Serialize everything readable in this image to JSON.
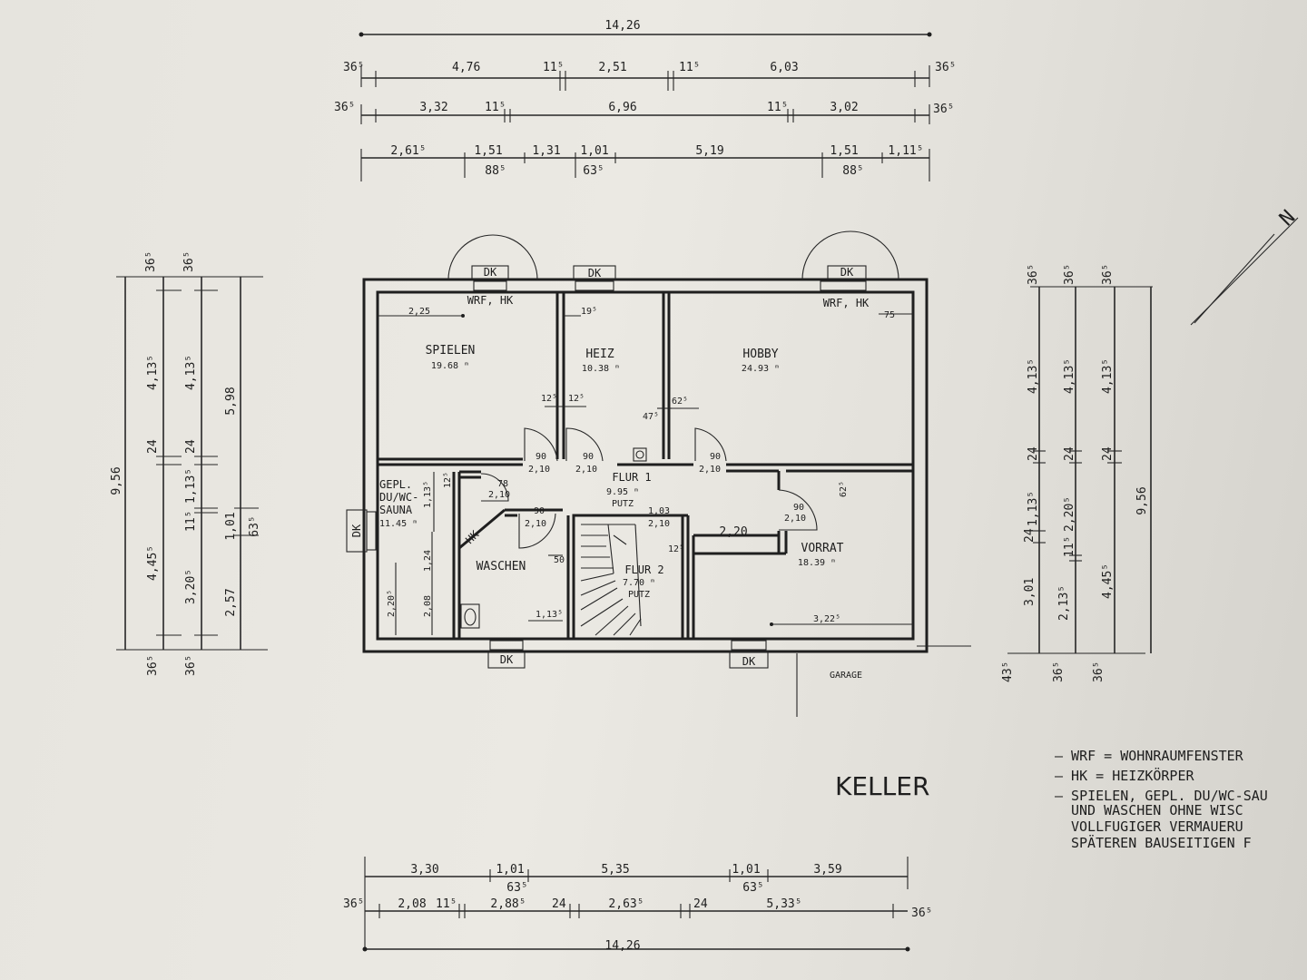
{
  "plan": {
    "title": "KELLER",
    "rooms": {
      "spielen": {
        "name": "SPIELEN",
        "area": "19.68 ᵐ"
      },
      "heiz": {
        "name": "HEIZ",
        "area": "10.38 ᵐ"
      },
      "hobby": {
        "name": "HOBBY",
        "area": "24.93 ᵐ"
      },
      "flur1": {
        "name": "FLUR 1",
        "area": "9.95 ᵐ",
        "note": "PUTZ"
      },
      "sauna": {
        "line1": "GEPL.",
        "line2": "DU/WC-",
        "line3": "SAUNA",
        "area": "11.45 ᵐ"
      },
      "waschen": {
        "name": "WASCHEN"
      },
      "flur2": {
        "name": "FLUR 2",
        "area": "7.70 ᵐ",
        "note": "PUTZ"
      },
      "vorrat": {
        "name": "VORRAT",
        "area": "18.39 ᵐ"
      }
    },
    "labels": {
      "dk": "DK",
      "wrf_hk": "WRF, HK",
      "hk": "HK",
      "garage": "GARAGE"
    },
    "dims_top": {
      "total": "14,26",
      "r1": [
        "36⁵",
        "4,76",
        "11⁵",
        "2,51",
        "11⁵",
        "6,03",
        "36⁵"
      ],
      "r2": [
        "36⁵",
        "3,32",
        "11⁵",
        "6,96",
        "11⁵",
        "3,02",
        "36⁵"
      ],
      "r3": [
        "2,61⁵",
        "1,51",
        "1,31",
        "1,01",
        "5,19",
        "1,51",
        "1,11⁵"
      ],
      "r3b": [
        "88⁵",
        "63⁵",
        "88⁵"
      ]
    },
    "dims_bottom": {
      "total": "14,26",
      "r1": [
        "3,30",
        "1,01",
        "63⁵",
        "5,35",
        "1,01",
        "63⁵",
        "3,59"
      ],
      "r2": [
        "36⁵",
        "2,08",
        "11⁵",
        "2,88⁵",
        "24",
        "2,63⁵",
        "24",
        "5,33⁵",
        "36⁵"
      ]
    },
    "dims_left": {
      "total": "9,56",
      "a": [
        "36⁵",
        "4,13⁵",
        "24",
        "4,45⁵",
        "36⁵"
      ],
      "b": [
        "36⁵",
        "4,13⁵",
        "24",
        "1,13⁵",
        "11⁵",
        "3,20⁵",
        "36⁵"
      ],
      "c": [
        "5,98",
        "1,01",
        "63⁵",
        "2,57"
      ]
    },
    "dims_right": {
      "total": "9,56",
      "a": [
        "36⁵",
        "4,13⁵",
        "24",
        "1,13⁵",
        "24",
        "3,01",
        "43⁵"
      ],
      "b": [
        "36⁵",
        "4,13⁵",
        "24",
        "2,20⁵",
        "11⁵",
        "2,13⁵",
        "36⁵"
      ],
      "c": [
        "36⁵",
        "4,13⁵",
        "24",
        "4,45⁵",
        "36⁵"
      ]
    },
    "inner": {
      "d225": "2,25",
      "d195": "19⁵",
      "d75": "75",
      "d125a": "12⁵",
      "d125b": "12⁵",
      "d475": "47⁵",
      "d625": "62⁵",
      "door90": "90",
      "door210": "2,10",
      "d78": "78",
      "d125c": "12⁵",
      "d1135": "1,13⁵",
      "d625b": "62⁵",
      "d103": "1,03",
      "d220": "2,20",
      "d125d": "12⁵",
      "d50": "50",
      "d124": "1,24",
      "d208": "2,08",
      "d2205": "2,20⁵",
      "d1135b": "1,13⁵",
      "d3225": "3,22⁵"
    },
    "legend": [
      "– WRF = WOHNRAUMFENSTER",
      "– HK = HEIZKÖRPER",
      "– SPIELEN, GEPL. DU/WC-SAU",
      "UND WASCHEN OHNE WISC",
      "VOLLFUGIGER VERMAUERU",
      "SPÄTEREN BAUSEITIGEN F"
    ],
    "north": "N"
  }
}
